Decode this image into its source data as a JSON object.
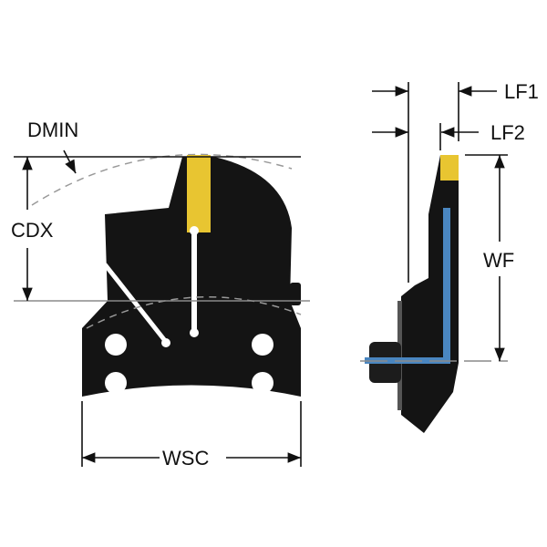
{
  "labels": {
    "dmin": "DMIN",
    "cdx": "CDX",
    "wsc": "WSC",
    "lf1": "LF1",
    "lf2": "LF2",
    "wf": "WF"
  },
  "colors": {
    "body": "#141414",
    "insert": "#e8c531",
    "shim": "#4a86c0",
    "centerline": "#8a8a8a"
  }
}
